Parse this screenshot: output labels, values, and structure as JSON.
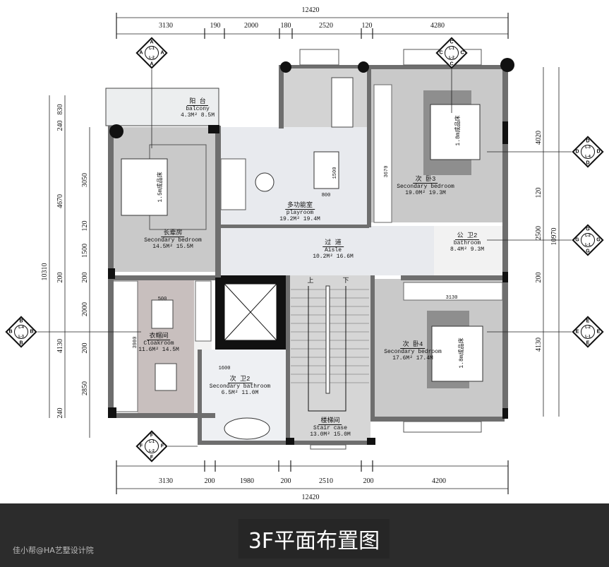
{
  "dimensions": {
    "top_total": "12420",
    "top": [
      "3130",
      "190",
      "2000",
      "180",
      "2520",
      "120",
      "4280"
    ],
    "bottom_total": "12420",
    "bottom": [
      "3130",
      "200",
      "1980",
      "200",
      "2510",
      "200",
      "4200"
    ],
    "left_total": "10310",
    "left_mid": [
      "830",
      "240",
      "4670",
      "200",
      "4130",
      "240"
    ],
    "left_inner": [
      "3050",
      "120",
      "1500",
      "200",
      "2000",
      "200",
      "2850"
    ],
    "right_total": "10970",
    "right": [
      "4020",
      "120",
      "2500",
      "200",
      "4130"
    ]
  },
  "rooms": [
    {
      "cn": "阳 台",
      "en": "balcony",
      "area": "4.3M² 8.5M"
    },
    {
      "cn": "长辈房",
      "en": "Secondary bedroom",
      "area": "14.5M² 15.5M"
    },
    {
      "cn": "多功能室",
      "en": "playroom",
      "area": "19.2M² 19.4M"
    },
    {
      "cn": "次 卧3",
      "en": "Secondary bedroom",
      "area": "19.0M² 19.3M"
    },
    {
      "cn": "过 道",
      "en": "Aisle",
      "area": "10.2M² 16.6M"
    },
    {
      "cn": "公 卫2",
      "en": "bathroom",
      "area": "8.4M² 9.3M"
    },
    {
      "cn": "衣帽间",
      "en": "Cloakroom",
      "area": "11.6M² 14.5M"
    },
    {
      "cn": "次 卫2",
      "en": "Secondary bathroom",
      "area": "6.5M² 11.0M"
    },
    {
      "cn": "次 卧4",
      "en": "Secondary bedroom",
      "area": "17.6M² 17.4M"
    },
    {
      "cn": "楼梯间",
      "en": "Stair case",
      "area": "13.0M² 15.0M"
    }
  ],
  "annotations": {
    "bed_18": "1.8m成品床",
    "bed_15": "1.5m成品床",
    "up": "上",
    "down": "下",
    "desk_1500": "1500",
    "desk_800": "800",
    "wardrobe_3670": "3670",
    "cabinet_3130": "3130",
    "cloak_3980": "3980",
    "bath_1600": "1600",
    "island_500": "500"
  },
  "view_markers": [
    {
      "letter": "A",
      "labels": [
        "L-1",
        "L-2",
        "L-3",
        "L-4"
      ]
    },
    {
      "letter": "C",
      "labels": [
        "L-1",
        "L-2",
        "L-3",
        "L-4"
      ]
    },
    {
      "letter": "B",
      "labels": [
        "L-1",
        "L-2",
        "L-3",
        "L-4"
      ]
    },
    {
      "letter": "D",
      "labels": [
        "L-1",
        "L-2",
        "L-3",
        "L-4"
      ]
    },
    {
      "letter": "G",
      "labels": [
        "L-1",
        "L-2",
        "L-3",
        "L-4"
      ]
    },
    {
      "letter": "E",
      "labels": [
        "L-1",
        "L-2",
        "L-3",
        "L-4"
      ]
    },
    {
      "letter": "F",
      "labels": [
        "L-1",
        "L-2",
        "L-3",
        "L-4"
      ]
    }
  ],
  "footer": {
    "title": "3F平面布置图",
    "watermark": "佳小帮@HA艺墅设计院"
  },
  "colors": {
    "wall": "#111111",
    "wall_gray": "#6e6e6e",
    "room_gray": "#c9c9c9",
    "room_light": "#e8eaee",
    "cloak_floor": "#c8bfbe",
    "footer_bg": "#2c2c2c"
  }
}
